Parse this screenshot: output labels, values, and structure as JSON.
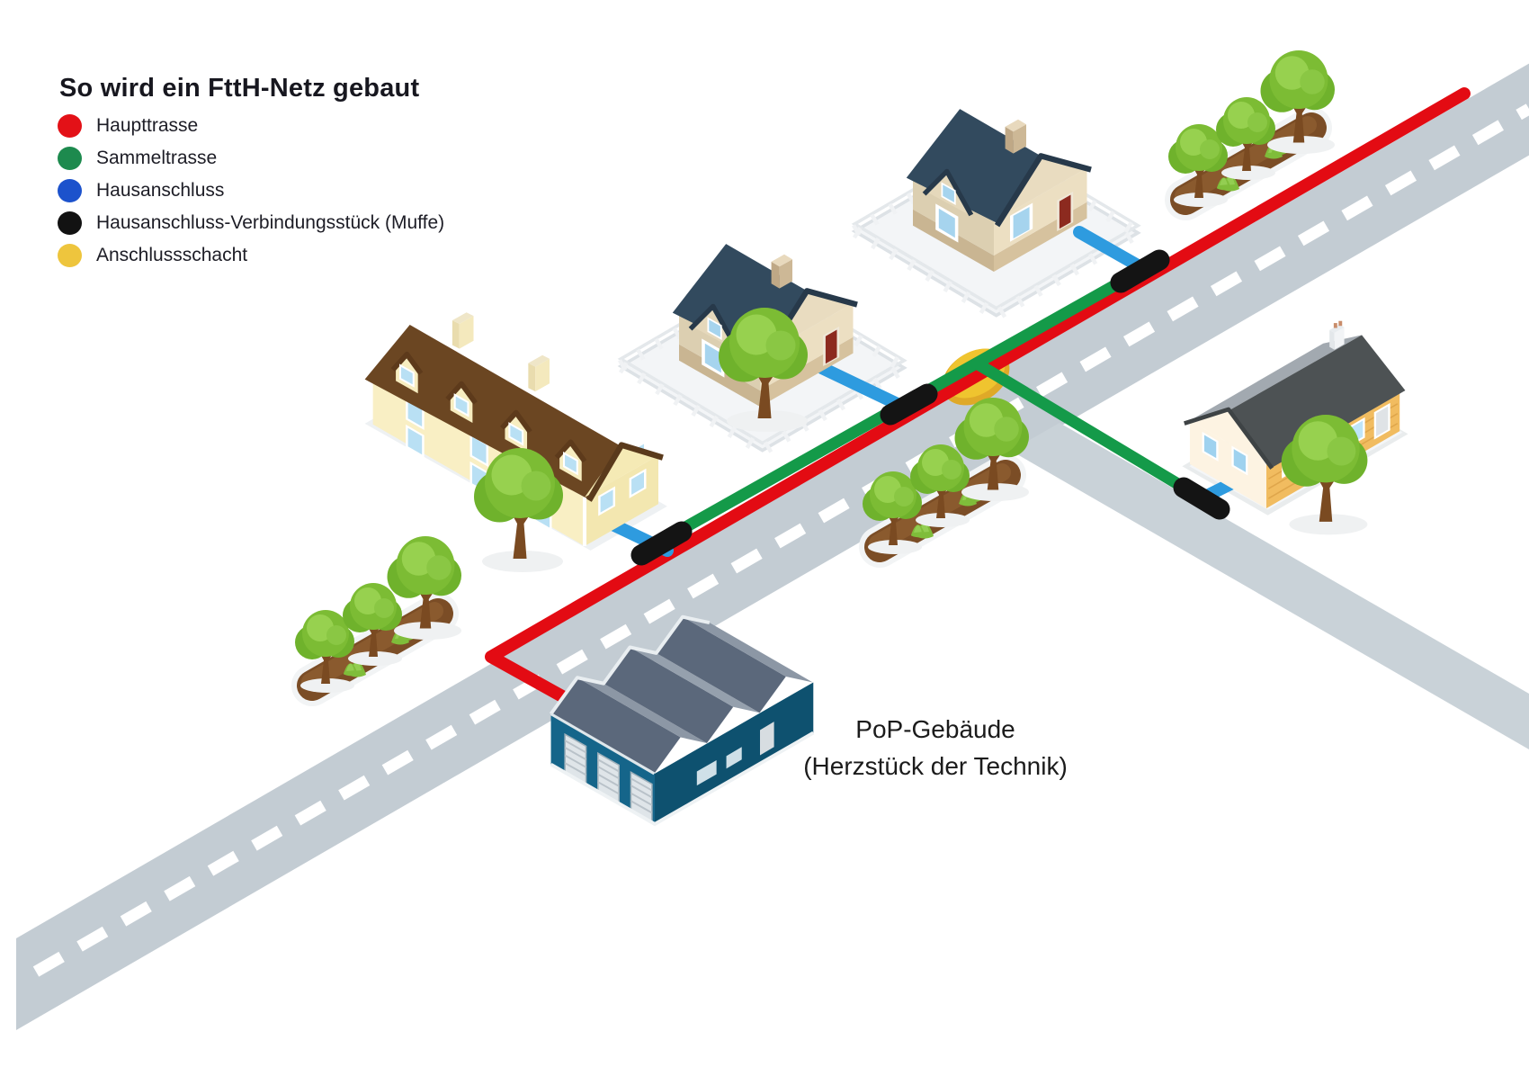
{
  "title": "So wird ein FttH-Netz gebaut",
  "legend": {
    "items": [
      {
        "id": "haupttrasse",
        "label": "Haupttrasse",
        "color": "#E31117",
        "icon": "red-dot-icon"
      },
      {
        "id": "sammeltrasse",
        "label": "Sammeltrasse",
        "color": "#1D8A4E",
        "icon": "green-dot-icon"
      },
      {
        "id": "hausanschluss",
        "label": "Hausanschluss",
        "color": "#1C52CC",
        "icon": "blue-dot-icon"
      },
      {
        "id": "muffe",
        "label": "Hausanschluss-Verbindungsstück (Muffe)",
        "color": "#121212",
        "icon": "black-dot-icon"
      },
      {
        "id": "anschlussschacht",
        "label": "Anschlussschacht",
        "color": "#EEC53D",
        "icon": "yellow-dot-icon"
      }
    ]
  },
  "pop_building": {
    "label_line1": "PoP-Gebäude",
    "label_line2": "(Herzstück der Technik)"
  },
  "scene": {
    "colors": {
      "haupttrasse_line": "#E30B13",
      "sammeltrasse_line": "#149A49",
      "hausanschluss_line": "#2E9BDF",
      "muffe": "#141414",
      "anschlussschacht": "#EFC42F",
      "main_road": "#C3CCD3",
      "side_road": "#C9D2D8"
    },
    "counts": {
      "residential_buildings": 4,
      "pop_buildings": 1,
      "muffen": 4,
      "anschlussschaechte": 1,
      "tree_groups": 3
    }
  }
}
